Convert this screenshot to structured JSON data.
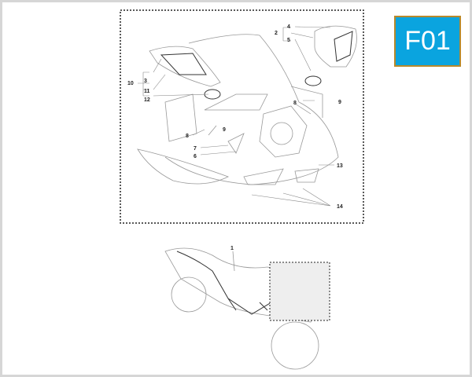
{
  "badge": {
    "text": "F01",
    "background": "#0aa4df",
    "border": "#b8892b"
  },
  "callouts": [
    "1",
    "2",
    "3",
    "4",
    "5",
    "6",
    "7",
    "8",
    "8",
    "9",
    "9",
    "10",
    "11",
    "12",
    "13",
    "14"
  ]
}
